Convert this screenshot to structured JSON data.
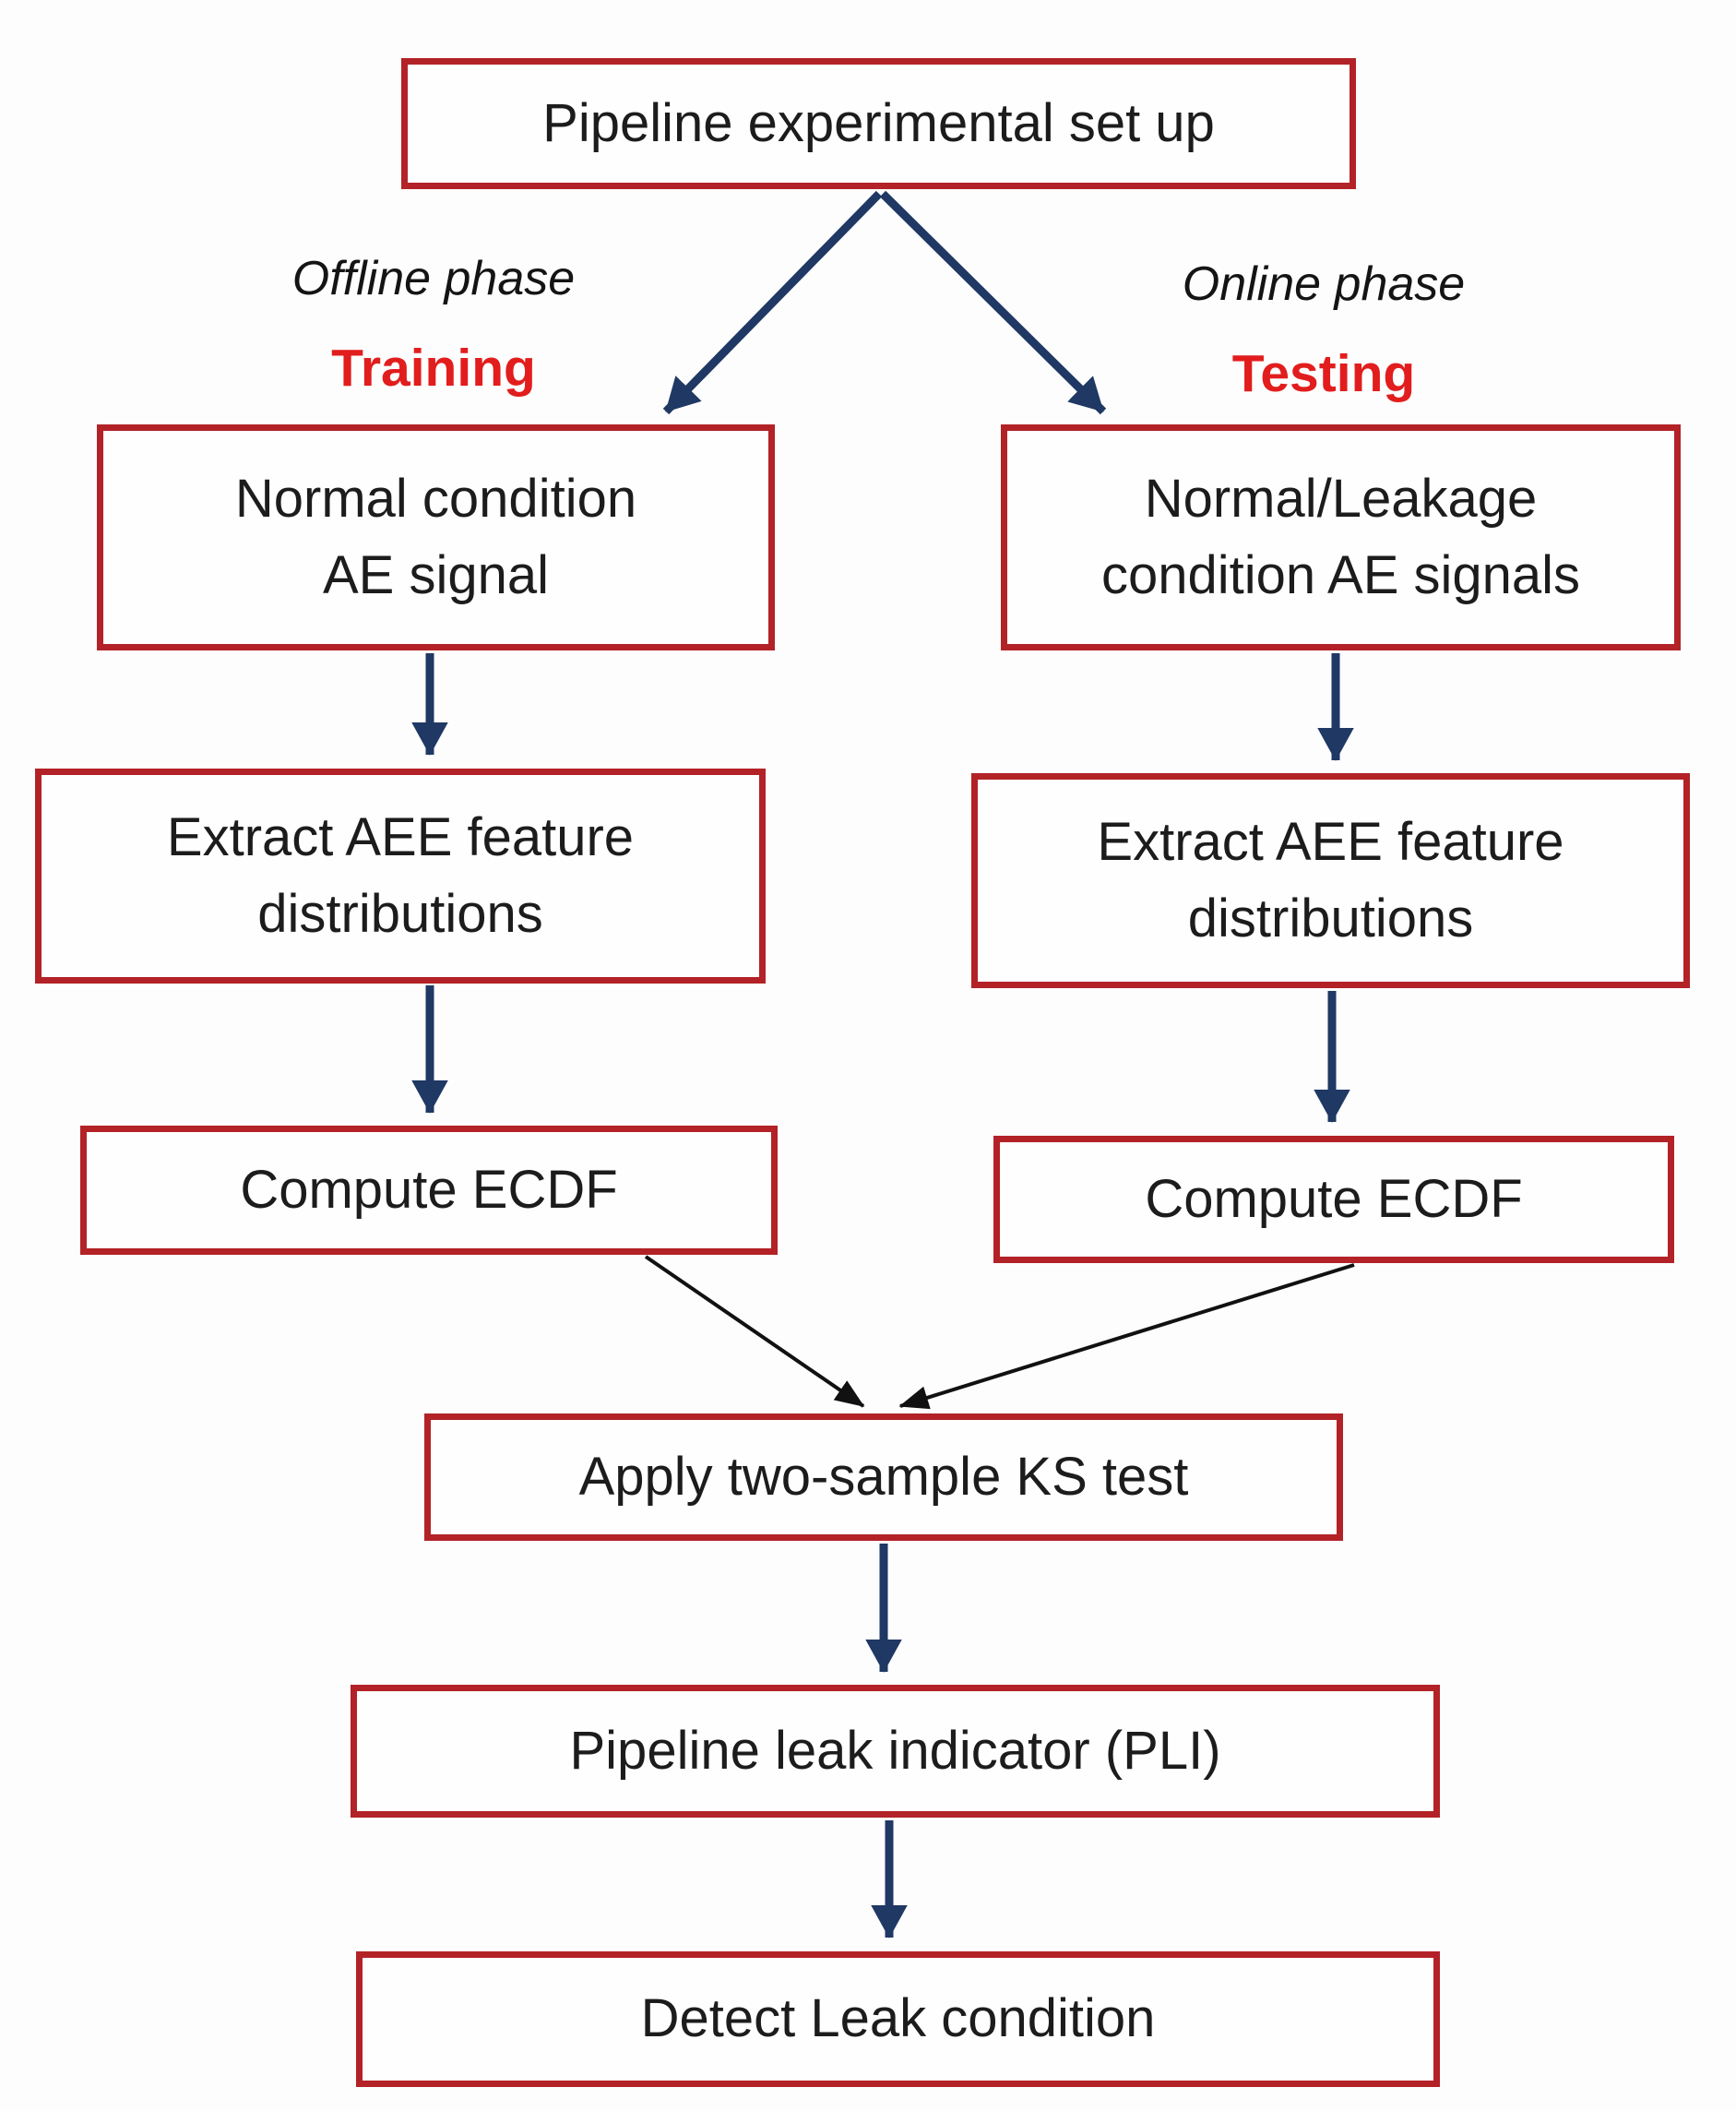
{
  "colors": {
    "box_border": "#b22227",
    "box_fill": "#fefefe",
    "arrow_primary": "#1f3864",
    "arrow_secondary": "#111111",
    "mode_red": "#e21d1d",
    "text": "#1c1c1c",
    "background": "#fdfdfd"
  },
  "flowchart": {
    "top": {
      "label": "Pipeline experimental set up"
    },
    "offline": {
      "phase": "Offline phase",
      "mode": "Training",
      "box1": {
        "line1": "Normal condition",
        "line2": "AE signal"
      },
      "box2": {
        "line1": "Extract AEE feature",
        "line2": "distributions"
      },
      "box3": {
        "label": "Compute ECDF"
      }
    },
    "online": {
      "phase": "Online phase",
      "mode": "Testing",
      "box1": {
        "line1": "Normal/Leakage",
        "line2": "condition AE signals"
      },
      "box2": {
        "line1": "Extract AEE feature",
        "line2": "distributions"
      },
      "box3": {
        "label": "Compute ECDF"
      }
    },
    "merge": {
      "label": "Apply two-sample KS test"
    },
    "pli": {
      "label": "Pipeline leak indicator (PLI)"
    },
    "detect": {
      "label": "Detect Leak condition"
    }
  }
}
